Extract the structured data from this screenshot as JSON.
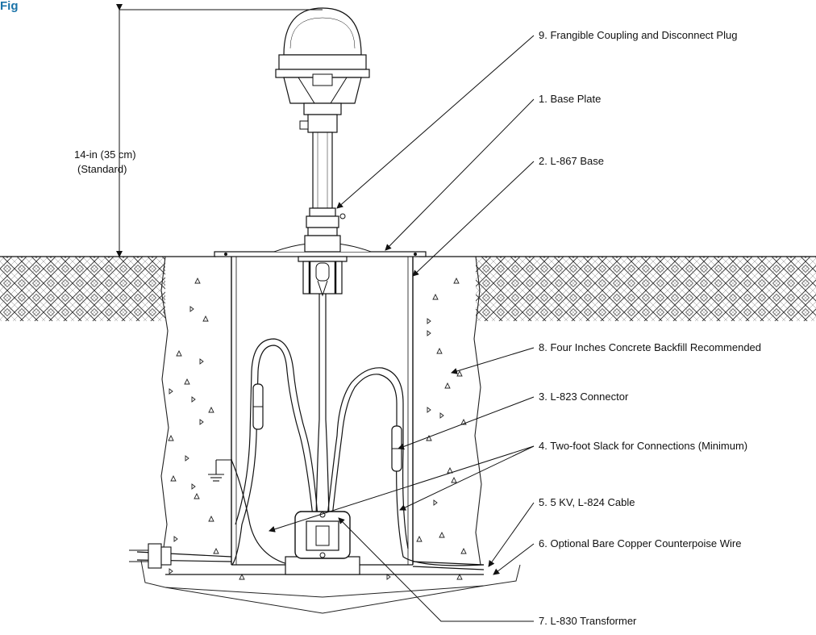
{
  "figure": {
    "heading": "Fig",
    "height_label_line1": "14-in (35 cm)",
    "height_label_line2": "(Standard)"
  },
  "callouts": [
    {
      "id": "frangible-coupling",
      "text": "9. Frangible Coupling and Disconnect Plug"
    },
    {
      "id": "base-plate",
      "text": "1. Base Plate"
    },
    {
      "id": "l867-base",
      "text": "2. L-867 Base"
    },
    {
      "id": "concrete-backfill",
      "text": "8. Four Inches Concrete Backfill Recommended"
    },
    {
      "id": "l823-connector",
      "text": "3. L-823 Connector"
    },
    {
      "id": "two-foot-slack",
      "text": "4. Two-foot Slack for Connections (Minimum)"
    },
    {
      "id": "l824-cable",
      "text": "5. 5 KV, L-824 Cable"
    },
    {
      "id": "counterpoise-wire",
      "text": "6. Optional Bare Copper Counterpoise Wire"
    },
    {
      "id": "l830-transformer",
      "text": "7. L-830 Transformer"
    }
  ]
}
